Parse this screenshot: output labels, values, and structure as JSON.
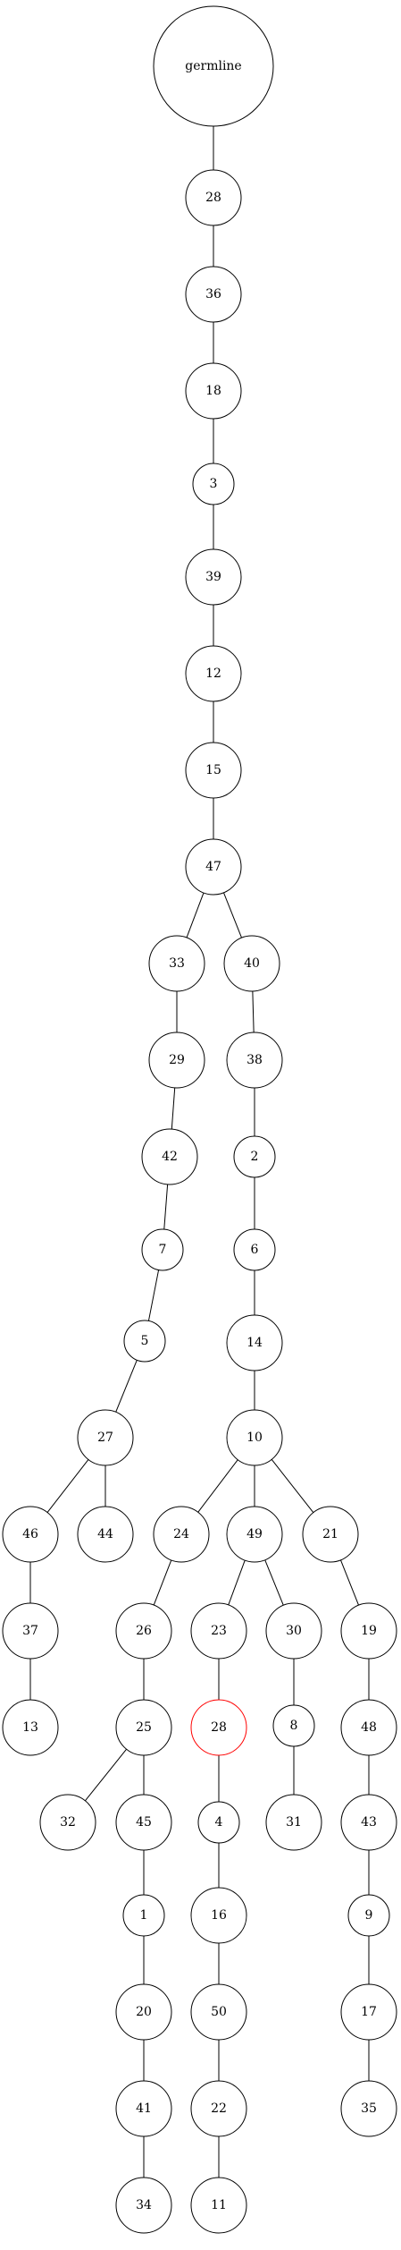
{
  "tree": {
    "root_label": "germline",
    "highlight_color": "#ff0000",
    "nodes": [
      {
        "id": "germline",
        "label": "germline"
      },
      {
        "id": "28a",
        "label": "28",
        "parent": "germline"
      },
      {
        "id": "36",
        "label": "36",
        "parent": "28a"
      },
      {
        "id": "18",
        "label": "18",
        "parent": "36"
      },
      {
        "id": "3",
        "label": "3",
        "parent": "18"
      },
      {
        "id": "39",
        "label": "39",
        "parent": "3"
      },
      {
        "id": "12",
        "label": "12",
        "parent": "39"
      },
      {
        "id": "15",
        "label": "15",
        "parent": "12"
      },
      {
        "id": "47",
        "label": "47",
        "parent": "15"
      },
      {
        "id": "33",
        "label": "33",
        "parent": "47"
      },
      {
        "id": "40",
        "label": "40",
        "parent": "47"
      },
      {
        "id": "29",
        "label": "29",
        "parent": "33"
      },
      {
        "id": "38",
        "label": "38",
        "parent": "40"
      },
      {
        "id": "42",
        "label": "42",
        "parent": "29"
      },
      {
        "id": "2",
        "label": "2",
        "parent": "38"
      },
      {
        "id": "7",
        "label": "7",
        "parent": "42"
      },
      {
        "id": "6",
        "label": "6",
        "parent": "2"
      },
      {
        "id": "5",
        "label": "5",
        "parent": "7"
      },
      {
        "id": "14",
        "label": "14",
        "parent": "6"
      },
      {
        "id": "27",
        "label": "27",
        "parent": "5"
      },
      {
        "id": "10",
        "label": "10",
        "parent": "14"
      },
      {
        "id": "46",
        "label": "46",
        "parent": "27"
      },
      {
        "id": "44",
        "label": "44",
        "parent": "27"
      },
      {
        "id": "24",
        "label": "24",
        "parent": "10"
      },
      {
        "id": "49",
        "label": "49",
        "parent": "10"
      },
      {
        "id": "21",
        "label": "21",
        "parent": "10"
      },
      {
        "id": "37",
        "label": "37",
        "parent": "46"
      },
      {
        "id": "26",
        "label": "26",
        "parent": "24"
      },
      {
        "id": "23",
        "label": "23",
        "parent": "49"
      },
      {
        "id": "30",
        "label": "30",
        "parent": "49"
      },
      {
        "id": "19",
        "label": "19",
        "parent": "21"
      },
      {
        "id": "13",
        "label": "13",
        "parent": "37"
      },
      {
        "id": "25",
        "label": "25",
        "parent": "26"
      },
      {
        "id": "28b",
        "label": "28",
        "parent": "23",
        "highlight": true
      },
      {
        "id": "8",
        "label": "8",
        "parent": "30"
      },
      {
        "id": "48",
        "label": "48",
        "parent": "19"
      },
      {
        "id": "32",
        "label": "32",
        "parent": "25"
      },
      {
        "id": "45",
        "label": "45",
        "parent": "25"
      },
      {
        "id": "4",
        "label": "4",
        "parent": "28b"
      },
      {
        "id": "31",
        "label": "31",
        "parent": "8"
      },
      {
        "id": "43",
        "label": "43",
        "parent": "48"
      },
      {
        "id": "1",
        "label": "1",
        "parent": "45"
      },
      {
        "id": "16",
        "label": "16",
        "parent": "4"
      },
      {
        "id": "9",
        "label": "9",
        "parent": "43"
      },
      {
        "id": "20",
        "label": "20",
        "parent": "1"
      },
      {
        "id": "50",
        "label": "50",
        "parent": "16"
      },
      {
        "id": "17",
        "label": "17",
        "parent": "9"
      },
      {
        "id": "41",
        "label": "41",
        "parent": "20"
      },
      {
        "id": "22",
        "label": "22",
        "parent": "50"
      },
      {
        "id": "35",
        "label": "35",
        "parent": "17"
      },
      {
        "id": "34",
        "label": "34",
        "parent": "41"
      },
      {
        "id": "11",
        "label": "11",
        "parent": "22"
      }
    ]
  }
}
